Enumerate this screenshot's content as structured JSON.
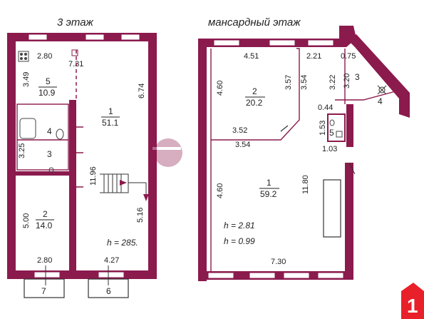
{
  "colors": {
    "wall": "#8b1a4d",
    "background": "#ffffff",
    "text": "#222222",
    "logo": "#e8202a"
  },
  "floor3": {
    "title": "3 этаж",
    "dims": {
      "d280top": "2.80",
      "d731": "7.31",
      "d674": "6.74",
      "d349": "3.49",
      "d325": "3.25",
      "d1196": "11.96",
      "d500": "5.00",
      "d516": "5.16",
      "d280bot": "2.80",
      "d427": "4.27"
    },
    "rooms": {
      "r5num": "5",
      "r5area": "10.9",
      "r1num": "1",
      "r1area": "51.1",
      "r4num": "4",
      "r3num": "3",
      "r2num": "2",
      "r2area": "14.0"
    },
    "balconies": {
      "b7": "7",
      "b6": "6"
    },
    "height": "h = 285."
  },
  "attic": {
    "title": "мансардный этаж",
    "dims": {
      "d451": "4.51",
      "d221": "2.21",
      "d075": "0.75",
      "d460top": "4.60",
      "d357": "3.57",
      "d354a": "3.54",
      "d322": "3.22",
      "d320": "3.20",
      "d352": "3.52",
      "d354b": "3.54",
      "d044": "0.44",
      "d153": "1.53",
      "d103": "1.03",
      "d460bot": "4.60",
      "d1180": "11.80",
      "d730": "7.30"
    },
    "rooms": {
      "r2num": "2",
      "r2area": "20.2",
      "r1num": "1",
      "r1area": "59.2",
      "r3num": "3",
      "r4num": "4",
      "r5num": "5"
    },
    "height1": "h = 2.81",
    "height2": "h = 0.99"
  },
  "logo": {
    "glyph": "1"
  },
  "watermark_icon": "house-logo-icon"
}
